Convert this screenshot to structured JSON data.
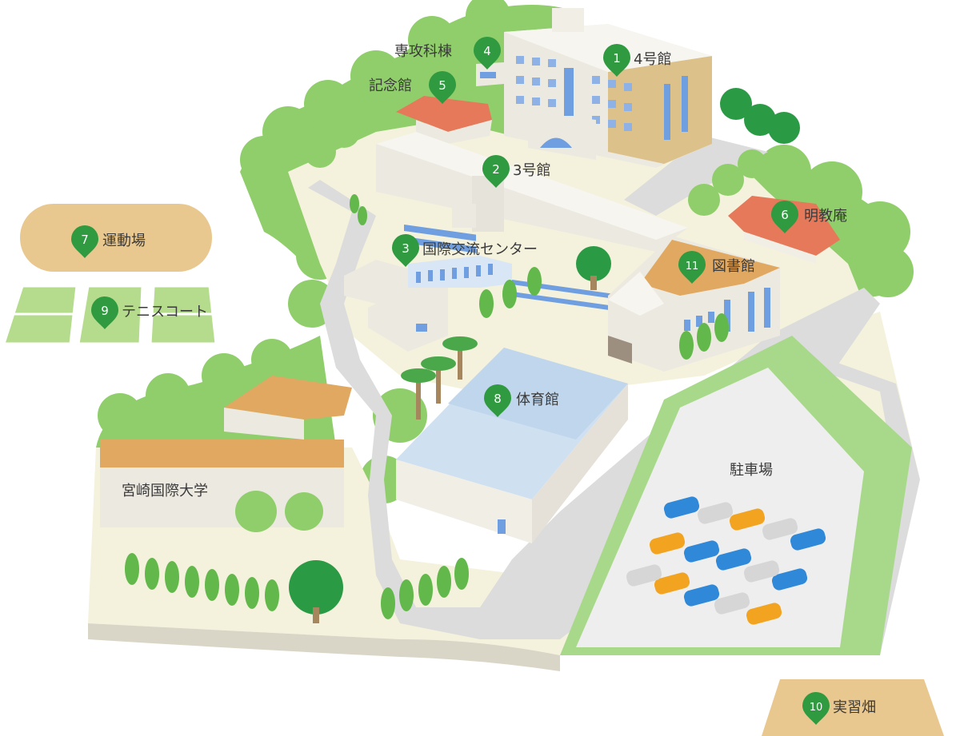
{
  "map": {
    "pin_color": "#2f9a3f",
    "locations": [
      {
        "num": "1",
        "label": "4号館"
      },
      {
        "num": "2",
        "label": "3号館"
      },
      {
        "num": "3",
        "label": "国際交流センター"
      },
      {
        "num": "4",
        "label": "専攻科棟"
      },
      {
        "num": "5",
        "label": "記念館"
      },
      {
        "num": "6",
        "label": "明教庵"
      },
      {
        "num": "7",
        "label": "運動場"
      },
      {
        "num": "8",
        "label": "体育館"
      },
      {
        "num": "9",
        "label": "テニスコート"
      },
      {
        "num": "10",
        "label": "実習畑"
      },
      {
        "num": "11",
        "label": "図書館"
      }
    ],
    "unnumbered_labels": {
      "university": "宮崎国際大学",
      "parking": "駐車場"
    },
    "colors": {
      "greenery": "#8fce6a",
      "ground": "#f4f2dc",
      "road": "#dcdcdc",
      "field": "#e9c88f",
      "building_wall": "#ece9e1",
      "roof_tan": "#e0a860",
      "roof_orange": "#e6795a",
      "window_blue": "#6f9fe0",
      "car_blue": "#2f88d8",
      "car_orange": "#f2a421",
      "car_silver": "#d6d6d6"
    }
  }
}
